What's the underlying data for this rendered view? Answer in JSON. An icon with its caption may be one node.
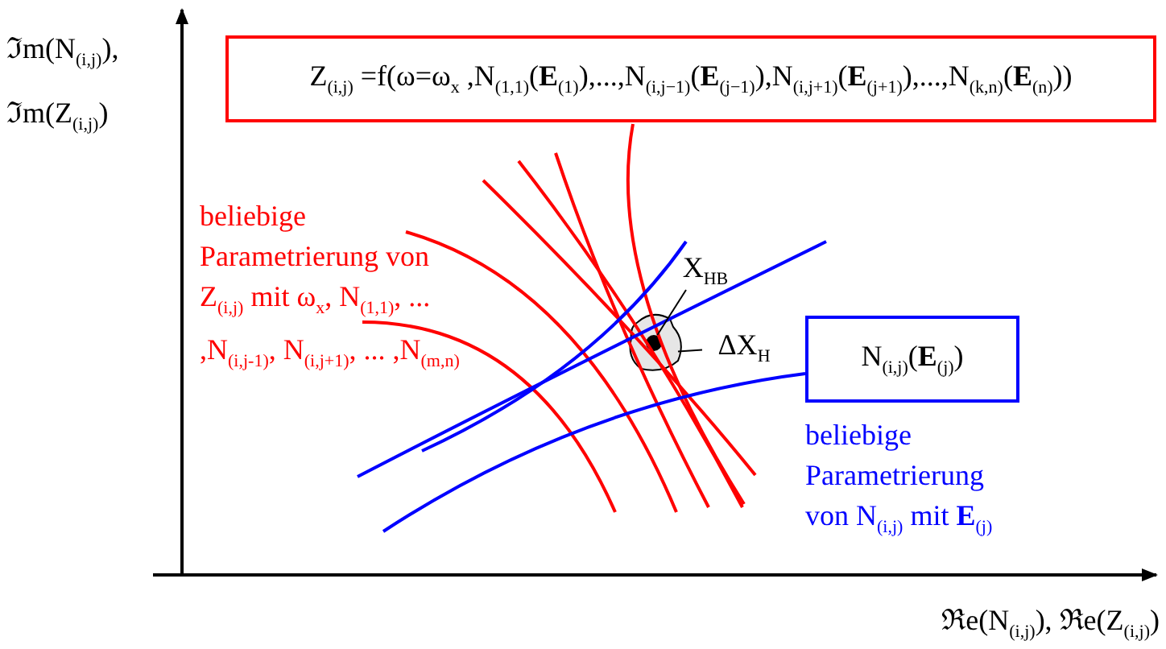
{
  "diagram": {
    "nodes": [
      {
        "text": [
          "Z$_{(i,j)}$ =f(ω=ω$_{x}$ ,N$_{(1,1)}$(**E**$_{(1)}$),...,N$_{(i,j−1)}$(**E**$_{(j−1)}$),N$_{(i,j+1)}$(**E**$_{(j+1)}$),...,N$_{(k,n)}$(**E**$_{(n)}$))"
        ]
      },
      {
        "text": [
          "N$_{(i,j)}$(**E**$_{(j)}$)"
        ]
      },
      {
        "text": [],
        "shape": "circle",
        "in": 3
      },
      {
        "text": [],
        "shape": "cloud"
      },
      {
        "text": [
          "X$_{HB}$"
        ]
      },
      {
        "text": [
          "ΔX$_{H}$"
        ]
      }
    ],
    "edges": [
      {
        "from": 4,
        "to": 2,
        "arrow": "none"
      },
      {
        "from": 5,
        "to": 3,
        "arrow": "none"
      }
    ],
    "labels": [
      "ℑm(N$_{(i,j)}$), ℑm(Z$_{(i,j)}$)",
      "beliebige Parametrierung von Z$_{(i,j)}$ mit ω$_{x}$, N$_{(1,1)}$, ... ,N$_{(i,j-1)}$, N$_{(i,j+1)}$, ... ,N$_{(m,n)}$",
      "beliebige Parametrierung von N$_{(i,j)}$ mit **E**$_{(j)}$",
      "ℜe(N$_{(i,j)}$), ℜe(Z$_{(i,j)}$)"
    ]
  }
}
